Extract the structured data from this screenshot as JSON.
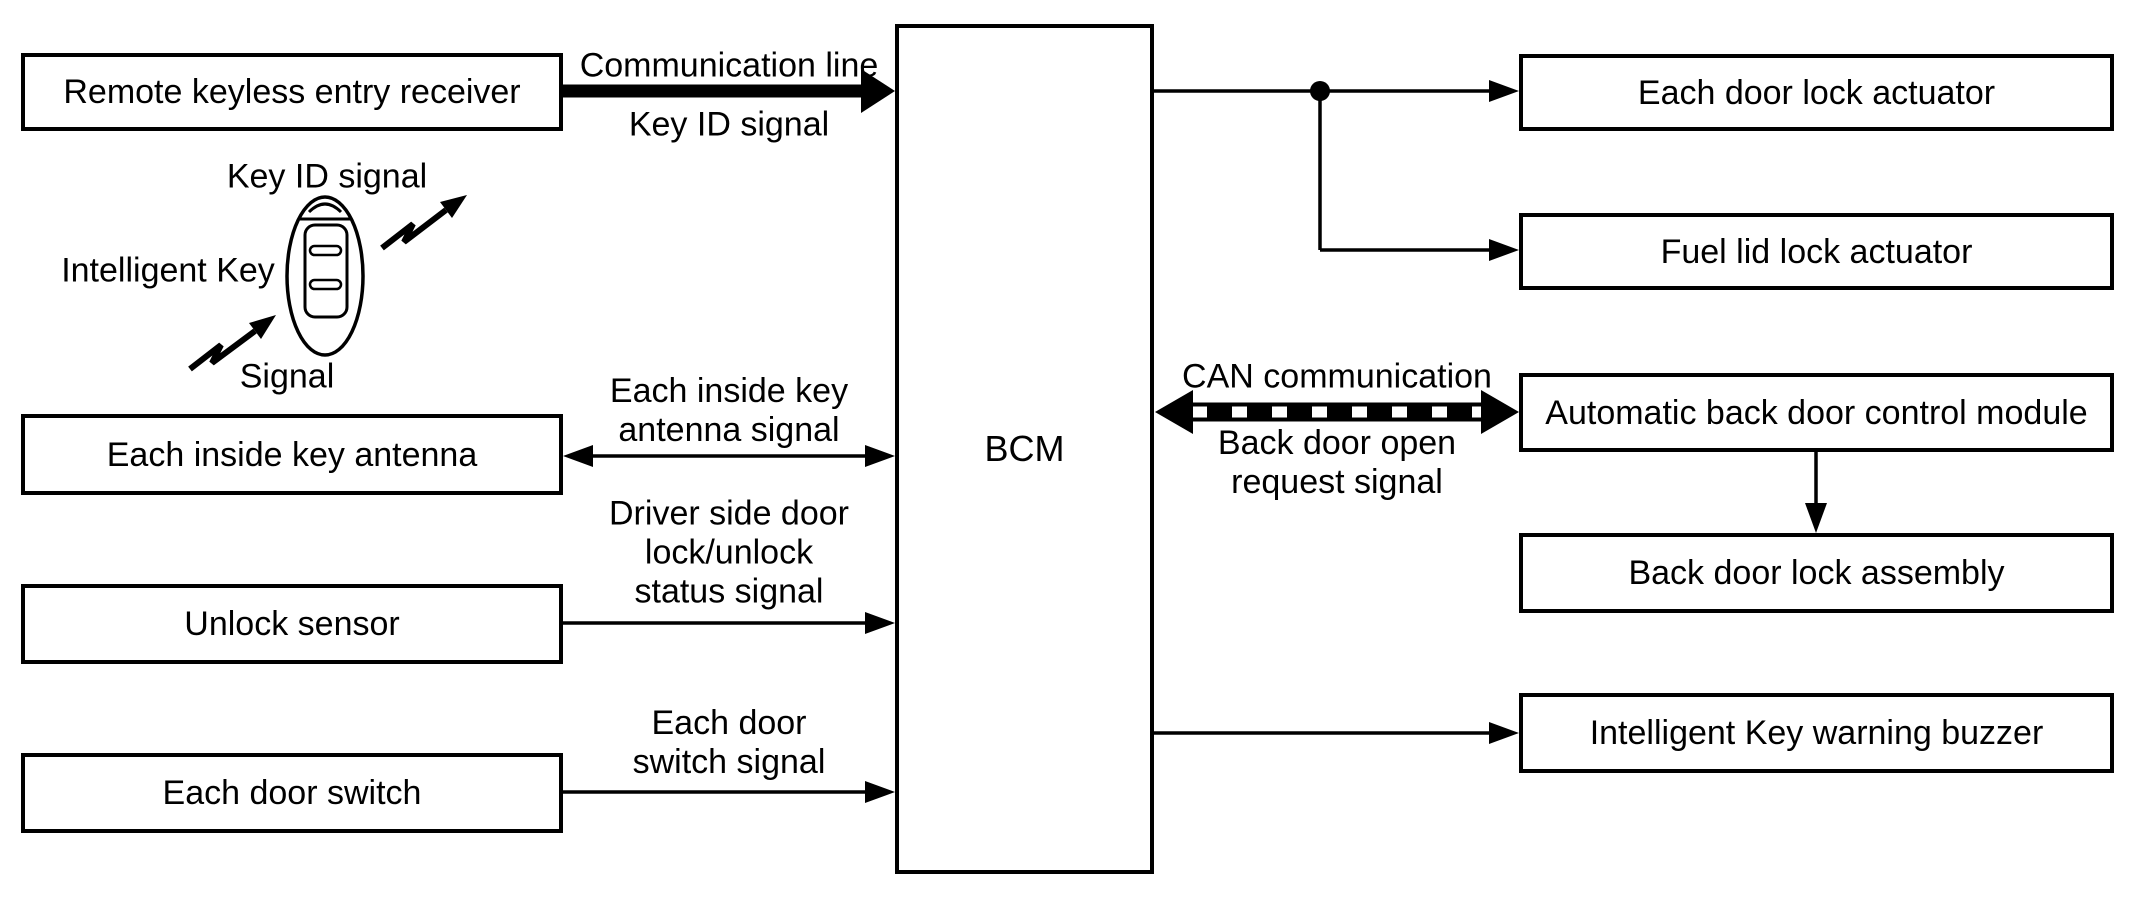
{
  "diagram": {
    "left_boxes": [
      {
        "label": "Remote keyless entry receiver"
      },
      {
        "label": "Each inside key antenna"
      },
      {
        "label": "Unlock sensor"
      },
      {
        "label": "Each door switch"
      }
    ],
    "center_box": {
      "label": "BCM"
    },
    "right_boxes": [
      {
        "label": "Each door lock actuator"
      },
      {
        "label": "Fuel lid lock actuator"
      },
      {
        "label": "Automatic back door control module"
      },
      {
        "label": "Back door lock assembly"
      },
      {
        "label": "Intelligent Key warning buzzer"
      }
    ],
    "key_fob": {
      "top_label": "Key ID signal",
      "left_label": "Intelligent Key",
      "bottom_label": "Signal"
    },
    "connector_labels": {
      "comm_line_top": "Communication line",
      "comm_line_bottom": "Key ID signal",
      "inside_key_antenna": "Each inside key\nantenna signal",
      "driver_side_status": "Driver side door\nlock/unlock\nstatus signal",
      "door_switch_signal": "Each door\nswitch signal",
      "can_top": "CAN communication",
      "can_bottom": "Back door open\nrequest signal"
    },
    "colors": {
      "line": "#000000",
      "background": "#ffffff"
    }
  }
}
